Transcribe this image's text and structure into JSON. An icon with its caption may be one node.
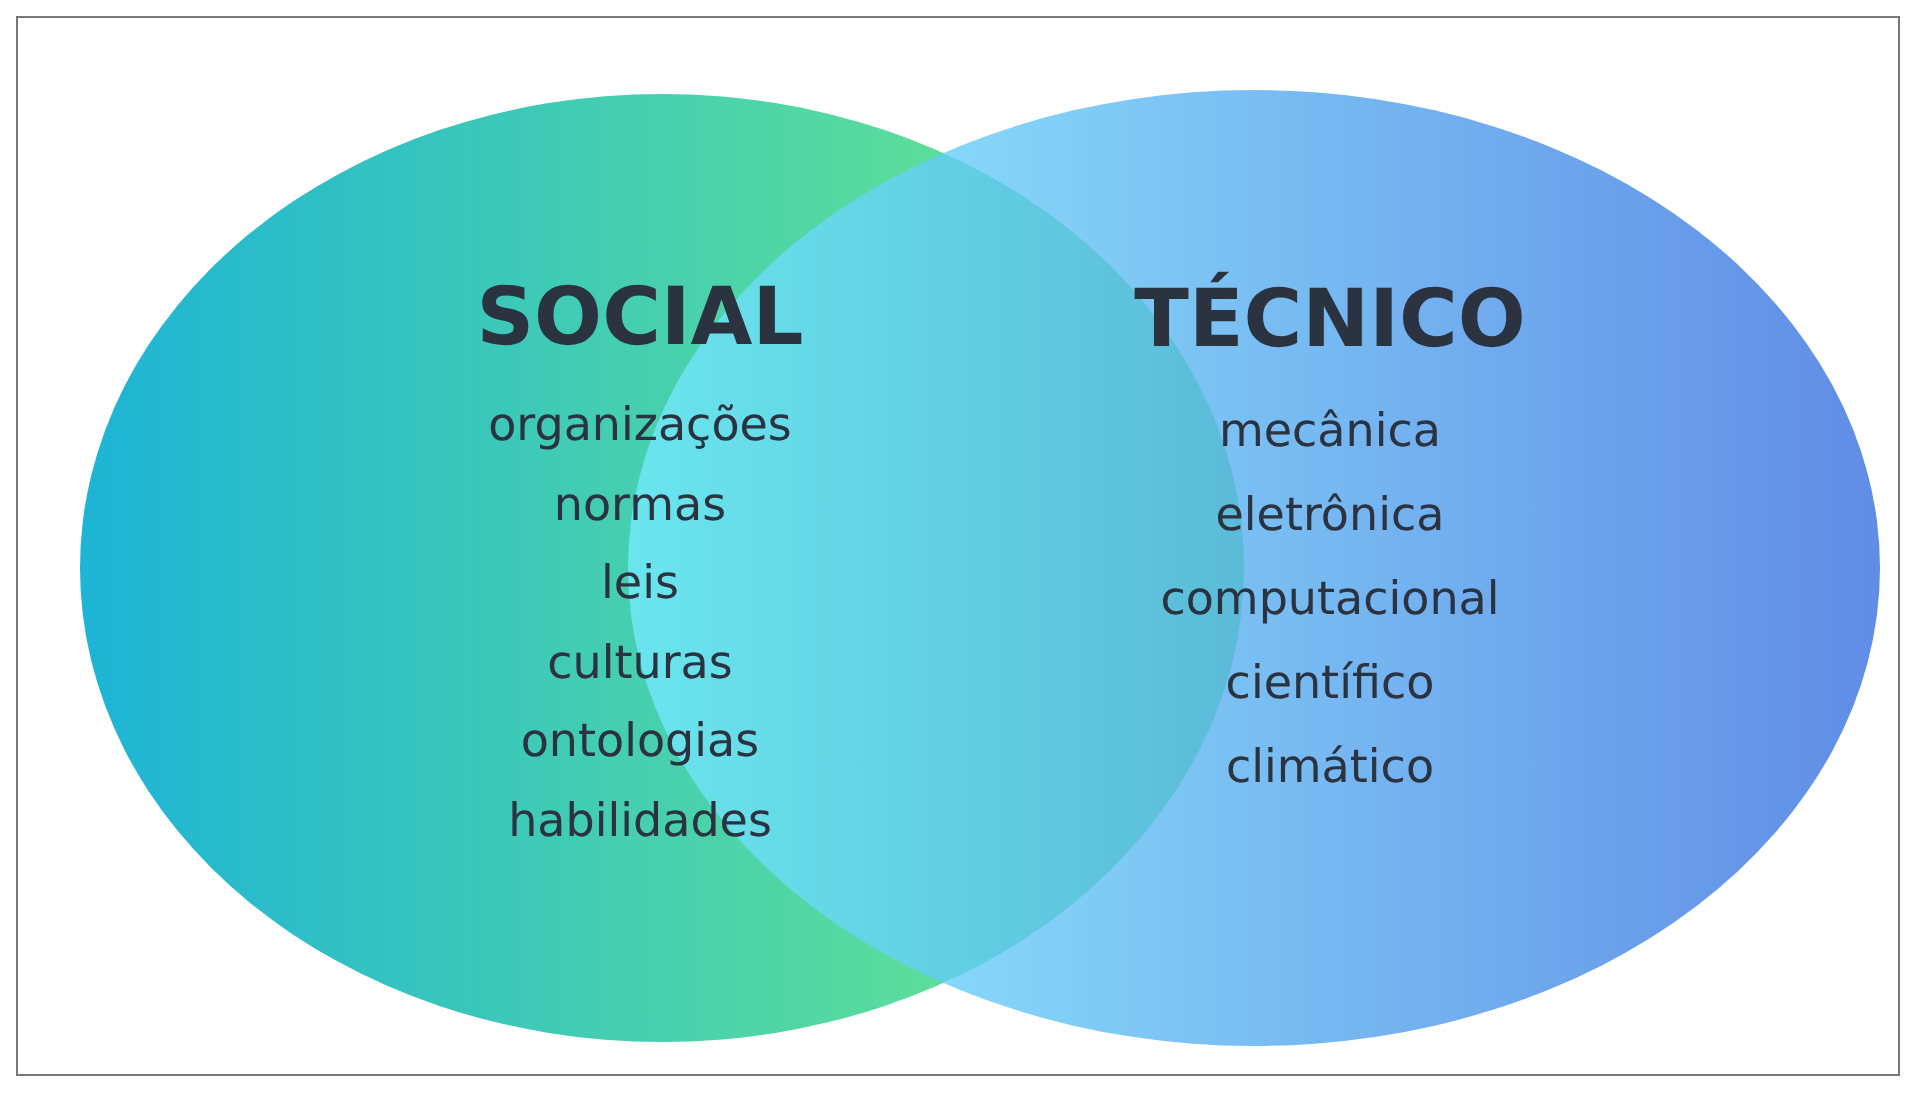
{
  "diagram": {
    "nodes": [
      {
        "text": [
          "SOCIAL",
          "organizações",
          "normas",
          "leis",
          "culturas",
          "ontologias",
          "habilidades"
        ]
      },
      {
        "text": [
          "TÉCNICO",
          "mecânica",
          "eletrônica",
          "computacional",
          "científico",
          "climático"
        ]
      }
    ]
  }
}
